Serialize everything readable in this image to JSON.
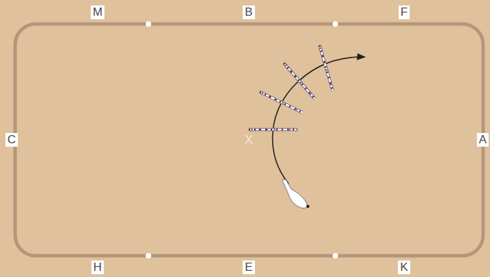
{
  "diagram": {
    "labels": [
      "M",
      "B",
      "F",
      "C",
      "A",
      "H",
      "E",
      "K",
      "X"
    ]
  }
}
